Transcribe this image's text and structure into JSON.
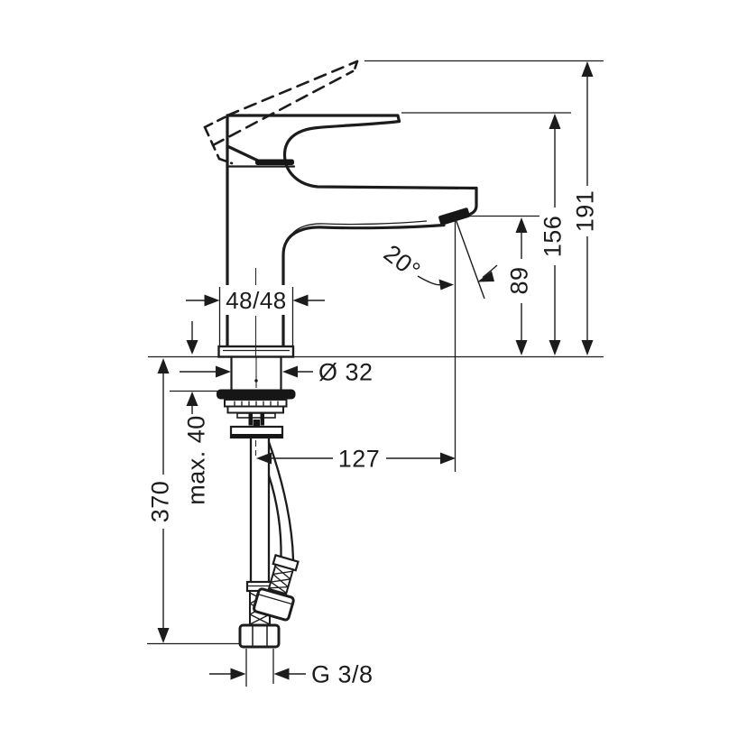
{
  "drawing": {
    "kind": "faucet-installation-dimension-drawing",
    "colors": {
      "line": "#1c1c1c",
      "background": "#ffffff"
    }
  },
  "labels": {
    "total_height": "191",
    "handle_height": "156",
    "spout_height": "89",
    "base_width": "48/48",
    "shank_diameter": "Ø 32",
    "stream_angle": "20°",
    "spout_reach": "127",
    "max_thickness": "max. 40",
    "hose_length": "370",
    "thread": "G 3/8"
  }
}
